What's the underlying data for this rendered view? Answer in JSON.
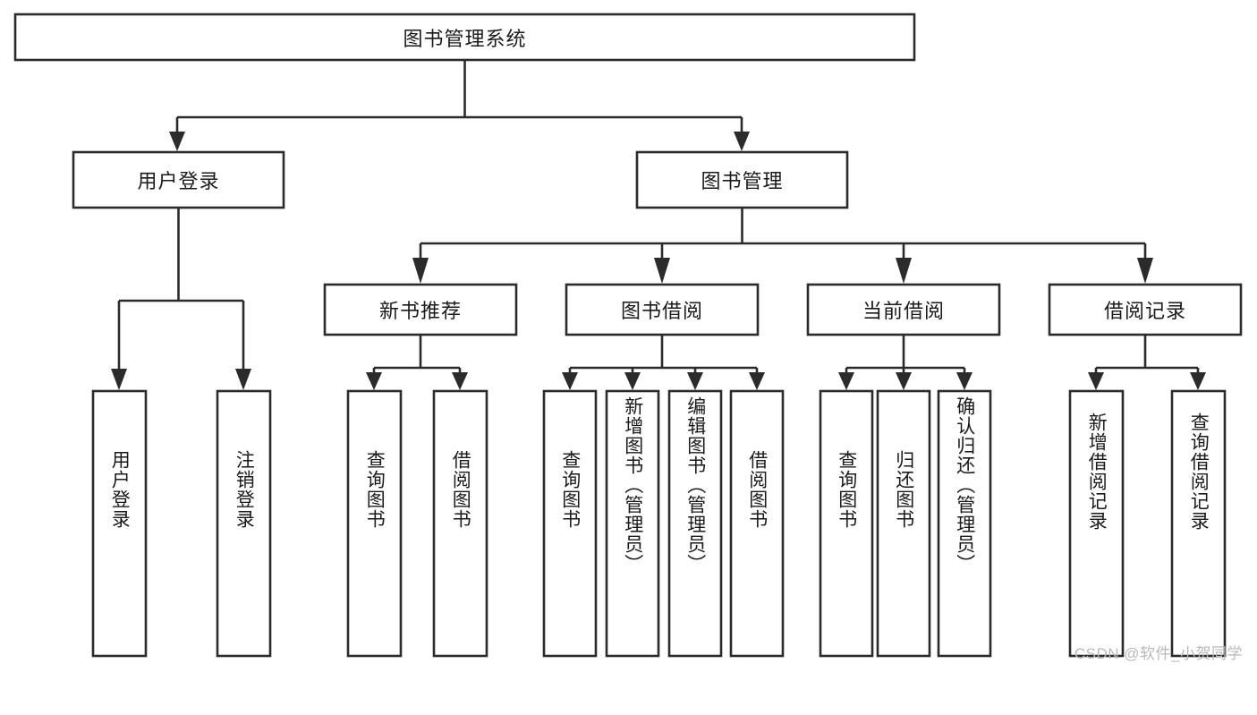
{
  "diagram": {
    "title": "图书管理系统",
    "type": "tree-hierarchy-chart",
    "root": {
      "id": "root",
      "label": "图书管理系统"
    },
    "level2": [
      {
        "id": "user-login",
        "label": "用户登录"
      },
      {
        "id": "book-management",
        "label": "图书管理"
      }
    ],
    "level3": [
      {
        "id": "new-book-recommend",
        "label": "新书推荐",
        "parent": "book-management"
      },
      {
        "id": "book-borrow",
        "label": "图书借阅",
        "parent": "book-management"
      },
      {
        "id": "current-borrow",
        "label": "当前借阅",
        "parent": "book-management"
      },
      {
        "id": "borrow-record",
        "label": "借阅记录",
        "parent": "book-management"
      }
    ],
    "leaves": {
      "user-login": [
        {
          "id": "leaf-user-login",
          "label": "用户登录"
        },
        {
          "id": "leaf-logout",
          "label": "注销登录"
        }
      ],
      "new-book-recommend": [
        {
          "id": "leaf-query-book-1",
          "label": "查询图书"
        },
        {
          "id": "leaf-borrow-book-1",
          "label": "借阅图书"
        }
      ],
      "book-borrow": [
        {
          "id": "leaf-query-book-2",
          "label": "查询图书"
        },
        {
          "id": "leaf-add-book",
          "label": "新增图书（管理员）"
        },
        {
          "id": "leaf-edit-book",
          "label": "编辑图书（管理员）"
        },
        {
          "id": "leaf-borrow-book-2",
          "label": "借阅图书"
        }
      ],
      "current-borrow": [
        {
          "id": "leaf-query-book-3",
          "label": "查询图书"
        },
        {
          "id": "leaf-return-book",
          "label": "归还图书"
        },
        {
          "id": "leaf-confirm-return",
          "label": "确认归还（管理员）"
        }
      ],
      "borrow-record": [
        {
          "id": "leaf-add-record",
          "label": "新增借阅记录"
        },
        {
          "id": "leaf-query-record",
          "label": "查询借阅记录"
        }
      ]
    },
    "watermark": "CSDN @软件_小贺同学",
    "colors": {
      "stroke": "#2b2b2b",
      "fill": "#ffffff",
      "text": "#1a1a1a",
      "watermark": "#b9b9b9",
      "background": "#ffffff"
    }
  }
}
